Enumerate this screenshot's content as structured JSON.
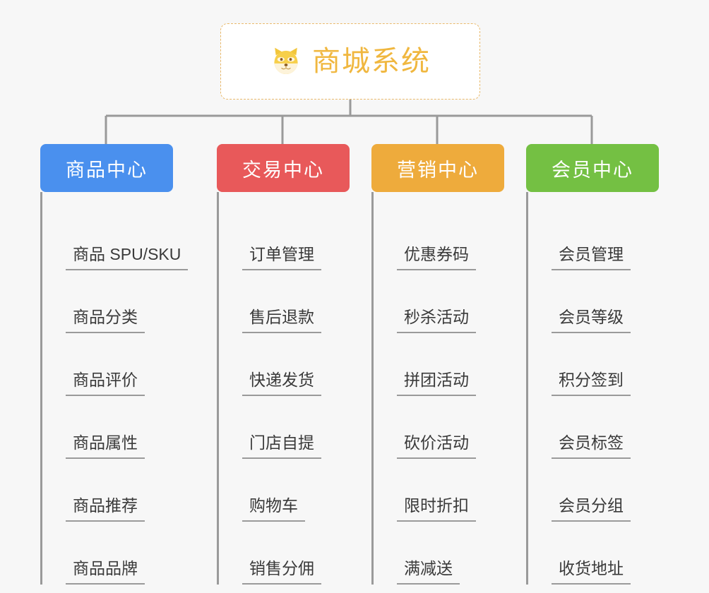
{
  "page": {
    "background_color": "#f7f7f7",
    "line_color": "#9a9a9a",
    "text_color": "#3a3a3a"
  },
  "root": {
    "title": "商城系统",
    "icon": "shiba-dog-face-icon",
    "title_color": "#f0b73f",
    "border_color": "#e9b96b",
    "background_color": "#ffffff"
  },
  "branches": [
    {
      "label": "商品中心",
      "color": "#4a90ee",
      "items": [
        "商品 SPU/SKU",
        "商品分类",
        "商品评价",
        "商品属性",
        "商品推荐",
        "商品品牌"
      ]
    },
    {
      "label": "交易中心",
      "color": "#e8595a",
      "items": [
        "订单管理",
        "售后退款",
        "快递发货",
        "门店自提",
        "购物车",
        "销售分佣"
      ]
    },
    {
      "label": "营销中心",
      "color": "#eeab3c",
      "items": [
        "优惠券码",
        "秒杀活动",
        "拼团活动",
        "砍价活动",
        "限时折扣",
        "满减送"
      ]
    },
    {
      "label": "会员中心",
      "color": "#74c043",
      "items": [
        "会员管理",
        "会员等级",
        "积分签到",
        "会员标签",
        "会员分组",
        "收货地址"
      ]
    }
  ]
}
